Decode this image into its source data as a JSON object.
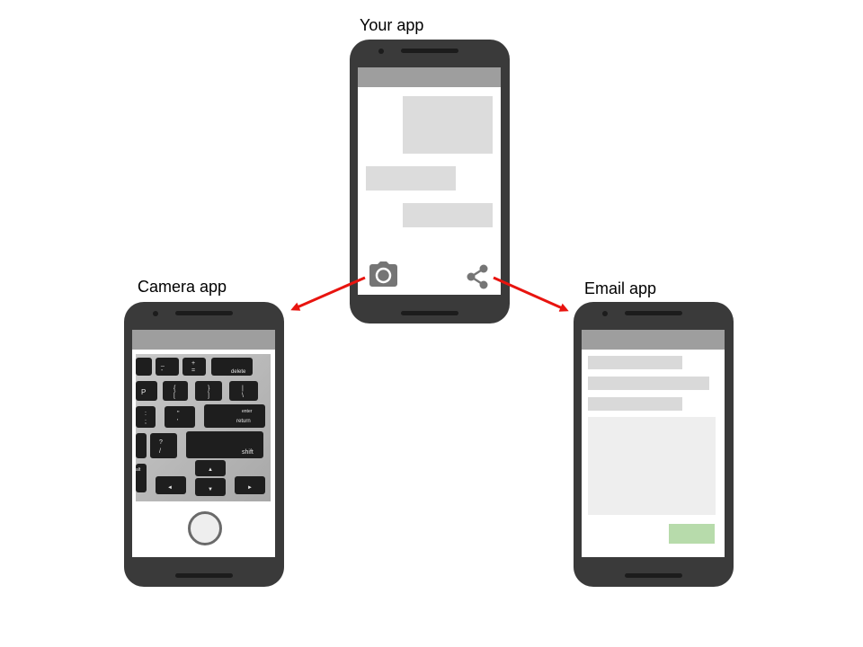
{
  "labels": {
    "your_app": "Your app",
    "camera_app": "Camera app",
    "email_app": "Email app"
  },
  "your_app": {
    "icons": [
      "camera-icon",
      "share-icon"
    ]
  },
  "camera_app": {
    "photo_keys": {
      "delete": "delete",
      "enter": "enter",
      "return": "return",
      "shift": "shift",
      "p": "P",
      "alt": "alt",
      "plus": "+",
      "equals": "=",
      "brace_open": "{",
      "bracket_open": "[",
      "brace_close": "}",
      "bracket_close": "]",
      "pipe": "|",
      "backslash": "\\",
      "colon": ":",
      "semicolon": ";",
      "dquote": "\"",
      "squote": "'",
      "question": "?",
      "slash": "/",
      "underscore": "_",
      "dash": "-",
      "arrow_up": "▲",
      "arrow_down": "▼",
      "arrow_left": "◄",
      "arrow_right": "►"
    }
  },
  "colors": {
    "phone_body": "#3a3a3a",
    "appbar": "#9e9e9e",
    "arrow": "#e8140f",
    "send_button": "#b7dbab"
  }
}
